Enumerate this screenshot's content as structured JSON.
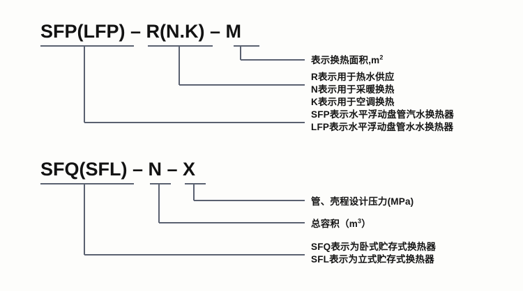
{
  "page": {
    "background_color": "#fdfdfb",
    "line_color": "#5a6170",
    "text_color": "#141414"
  },
  "diagram1": {
    "code": "SFP(LFP) – R(N.K) – M",
    "annotations": {
      "area": {
        "text": "表示换热面积,m",
        "superscript": "2"
      },
      "usage_r": "R表示用于热水供应",
      "usage_n": "N表示用于采暖换热",
      "usage_k": "K表示用于空调换热",
      "type_sfp": "SFP表示水平浮动盘管汽水换热器",
      "type_lfp": "LFP表示水平浮动盘管水水换热器"
    }
  },
  "diagram2": {
    "code": "SFQ(SFL) – N – X",
    "annotations": {
      "pressure": "管、壳程设计压力(MPa)",
      "volume": {
        "text": "总容积（m",
        "superscript": "3",
        "tail": "）"
      },
      "type_sfq": "SFQ表示为卧式贮存式换热器",
      "type_sfl": "SFL表示为立式贮存式换热器"
    }
  }
}
